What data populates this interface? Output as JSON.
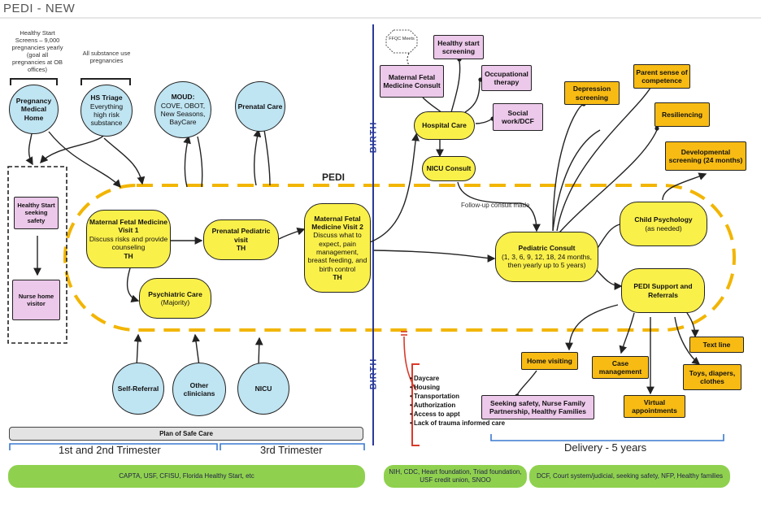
{
  "title": "PEDI - NEW",
  "pedi_label": "PEDI",
  "birth_label": "BIRTH",
  "notes": {
    "healthy_start": "Healthy Start Screens – 9,000 pregnancies yearly (goal all pregnancies at OB offices)",
    "substance": "All substance use pregnancies",
    "ffqc": "FFQC Meets",
    "followup": "Follow-up consult made"
  },
  "nodes": {
    "pregnancy_home": "Pregnancy Medical Home",
    "hs_triage_title": "HS Triage",
    "hs_triage_body": "Everything high risk substance",
    "moud_title": "MOUD:",
    "moud_body": "COVE, OBOT, New Seasons, BayCare",
    "prenatal_care": "Prenatal Care",
    "healthy_start_seeking": "Healthy Start seeking safety",
    "nurse_home": "Nurse home visitor",
    "mfm1_title": "Maternal Fetal Medicine Visit 1",
    "mfm1_body": "Discuss risks and provide counseling",
    "mfm1_th": "TH",
    "prenatal_peds_title": "Prenatal Pediatric visit",
    "prenatal_peds_th": "TH",
    "mfm2_title": "Maternal Fetal Medicine Visit 2",
    "mfm2_body": "Discuss what to expect, pain management, breast feeding, and birth control",
    "mfm2_th": "TH",
    "psych_title": "Psychiatric Care",
    "psych_body": "(Majority)",
    "self_referral": "Self-Referral",
    "other_clinicians": "Other clinicians",
    "nicu": "NICU",
    "mfm_consult": "Maternal Fetal Medicine Consult",
    "healthy_start_screening": "Healthy start screening",
    "occupational_therapy": "Occupational therapy",
    "social_work": "Social work/DCF",
    "hospital_care": "Hospital Care",
    "nicu_consult": "NICU Consult",
    "depression_screening": "Depression screening",
    "parent_sense": "Parent sense of competence",
    "resiliencing": "Resiliencing",
    "developmental": "Developmental screening (24 months)",
    "child_psych_title": "Child Psychology",
    "child_psych_body": "(as needed)",
    "ped_consult_title": "Pediatric Consult",
    "ped_consult_body": "(1, 3, 6, 9, 12, 18, 24 months, then yearly up to 5 years)",
    "pedi_support": "PEDI Support and Referrals",
    "home_visiting": "Home visiting",
    "case_management": "Case management",
    "text_line": "Text line",
    "toys": "Toys, diapers, clothes",
    "virtual_appointments": "Virtual appointments",
    "seeking_safety_nfp": "Seeking safety, Nurse Family Partnership, Healthy Families"
  },
  "barriers": [
    "Daycare",
    "Housing",
    "Transportation",
    "Authorization",
    "Access to appt",
    "Lack of trauma informed care"
  ],
  "bottom": {
    "plan": "Plan of Safe Care",
    "trimester12": "1st and 2nd Trimester",
    "trimester3": "3rd Trimester",
    "delivery": "Delivery - 5 years",
    "funders_left": "CAPTA, USF, CFISU, Florida Healthy Start, etc",
    "funders_mid": "NIH, CDC, Heart foundation, Triad foundation, USF credit union, SNOO",
    "funders_right": "DCF, Court system/judicial, seeking safety, NFP, Healthy families"
  },
  "colors": {
    "circle": "#bfe4f2",
    "yellow": "#faf04a",
    "pink": "#ecc8ea",
    "orange": "#f7bb14",
    "green": "#8fd14f",
    "blue_line": "#2a3a9a",
    "red": "#d93a2b",
    "dash": "#f2b500"
  }
}
